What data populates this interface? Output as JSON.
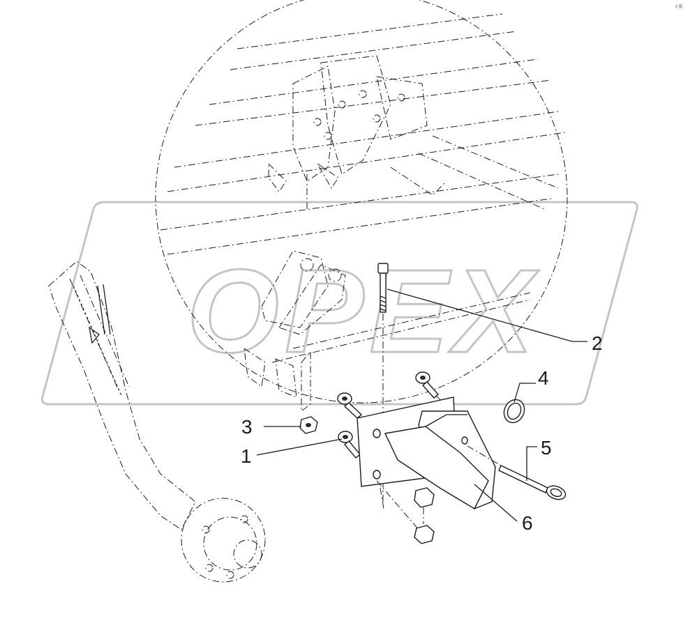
{
  "watermark": "OPEX",
  "corner_mark": "r®",
  "callouts": [
    {
      "number": "1",
      "part": "eye bolt"
    },
    {
      "number": "2",
      "part": "bolt"
    },
    {
      "number": "3",
      "part": "nut"
    },
    {
      "number": "4",
      "part": "retaining ring"
    },
    {
      "number": "5",
      "part": "pin"
    },
    {
      "number": "6",
      "part": "bracket"
    }
  ]
}
